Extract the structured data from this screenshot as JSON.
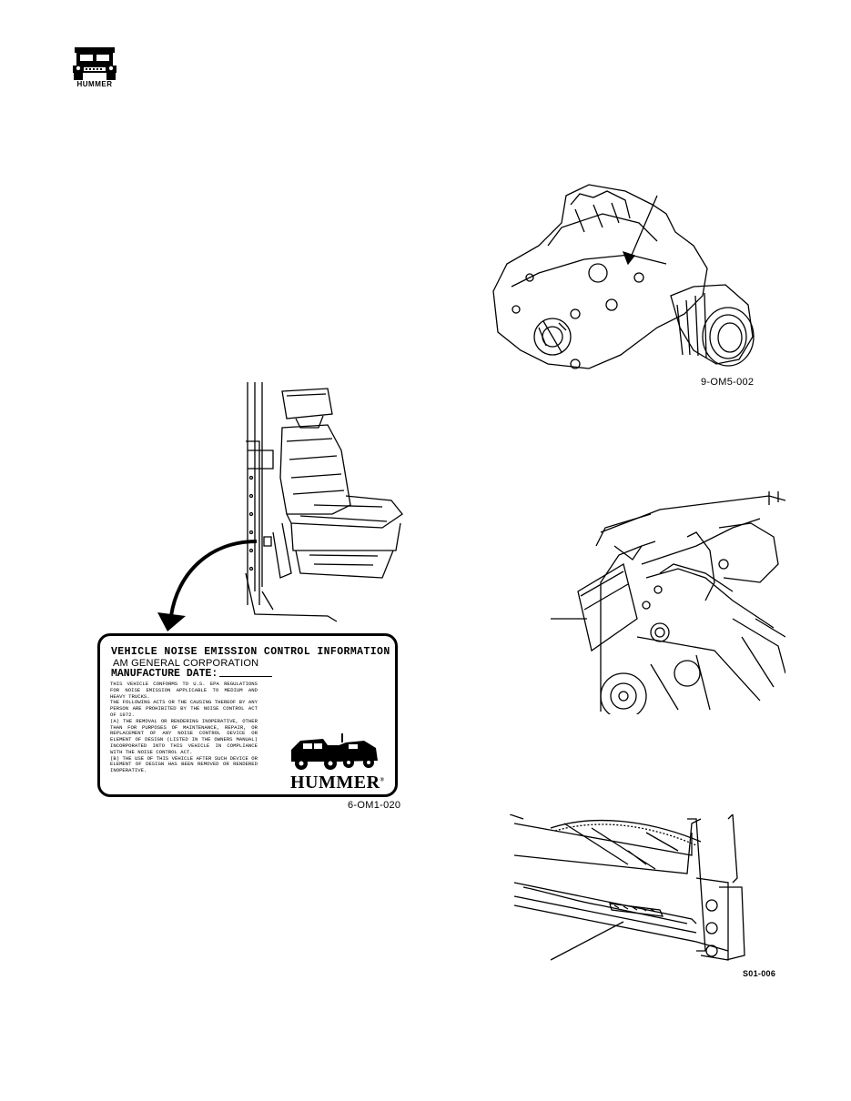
{
  "header": {
    "logo_text": "HUMMER"
  },
  "figures": {
    "transfer_case": {
      "caption": "9-OM5-002"
    },
    "seat_label": {
      "caption": "6-OM1-020"
    },
    "engine": {
      "caption": ""
    },
    "door_sill": {
      "caption": "S01-006"
    }
  },
  "emission_label": {
    "title": "VEHICLE NOISE EMISSION CONTROL INFORMATION",
    "corporation": "AM GENERAL CORPORATION",
    "date_label": "MANUFACTURE DATE:",
    "body": "THIS VEHICLE CONFORMS TO U.S. EPA REGULATIONS FOR NOISE EMISSION APPLICABLE TO MEDIUM AND HEAVY TRUCKS.\nTHE FOLLOWING ACTS OR THE CAUSING THEREOF BY ANY PERSON ARE PROHIBITED BY THE NOISE CONTROL ACT OF 1972.\n(A) THE REMOVAL OR RENDERING INOPERATIVE, OTHER THAN FOR PURPOSES OF MAINTENANCE, REPAIR, OR REPLACEMENT OF ANY NOISE CONTROL DEVICE OR ELEMENT OF DESIGN (LISTED IN THE OWNERS MANUAL) INCORPORATED INTO THIS VEHICLE IN COMPLIANCE WITH THE NOISE CONTROL ACT.\n(B) THE USE OF THIS VEHICLE AFTER SUCH DEVICE OR ELEMENT OF DESIGN HAS BEEN REMOVED OR RENDERED INOPERATIVE.",
    "brand": "HUMMER"
  }
}
